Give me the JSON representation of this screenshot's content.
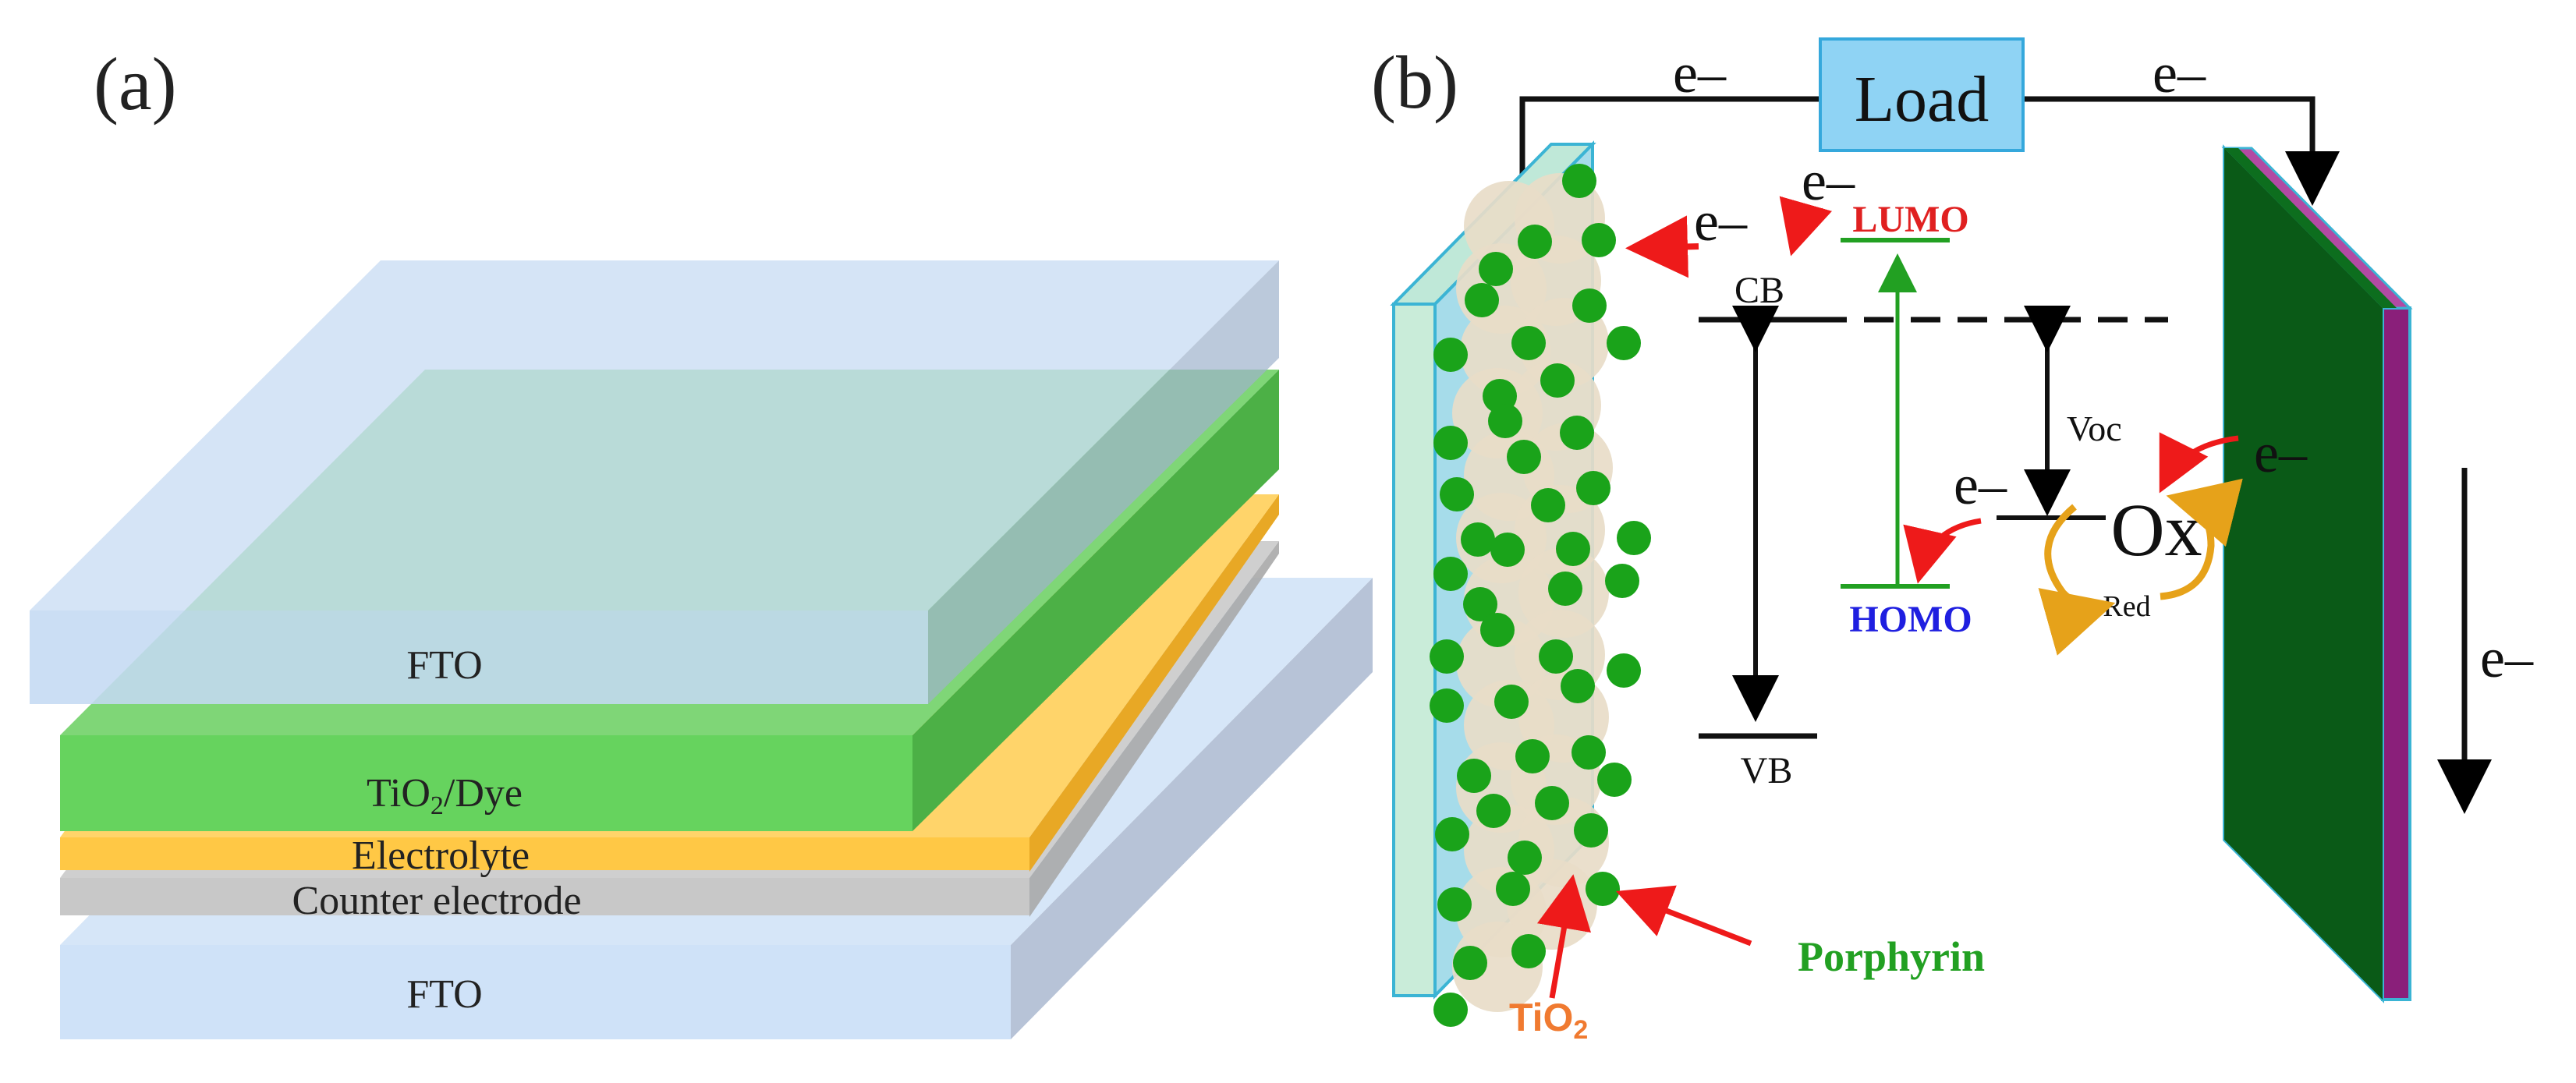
{
  "panel_a": {
    "label": "(a)",
    "layers": {
      "fto_top": "FTO",
      "tio2_dye": "TiO",
      "tio2_dye_sub": "2",
      "tio2_dye_suffix": "/Dye",
      "electrolyte": "Electrolyte",
      "counter_electrode": "Counter electrode",
      "fto_bottom": "FTO"
    }
  },
  "panel_b": {
    "label": "(b)",
    "load": "Load",
    "electron": "e–",
    "cb": "CB",
    "vb": "VB",
    "lumo": "LUMO",
    "homo": "HOMO",
    "voc": "Voc",
    "ox": "Ox",
    "red": "Red",
    "tio2": "TiO",
    "tio2_sub": "2",
    "porphyrin": "Porphyrin"
  },
  "colors": {
    "fto_glass": "#cfe2f8",
    "tio2_dye_layer": "#66d35e",
    "electrolyte_layer": "#ffc845",
    "counter_layer": "#c8c8c8",
    "load_box": "#8fd3f4",
    "porphyrin_dot": "#1aa31a",
    "tio2_particle": "#e8dcc8",
    "lumo_text": "#e02020",
    "homo_text": "#1f1fe0",
    "porphyrin_text": "#22a022",
    "tio2_text": "#f07a30",
    "counter_plate_dark": "#0a5a17",
    "counter_plate_purple": "#8a1f7a",
    "red_arrow": "#ee1a1a",
    "redox_arrow": "#e6a21a"
  }
}
